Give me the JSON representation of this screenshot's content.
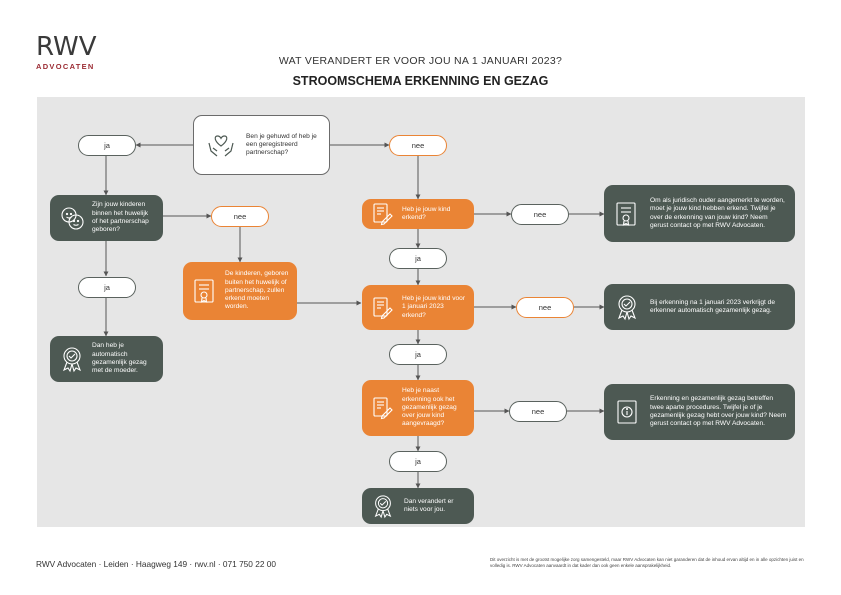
{
  "logo": {
    "mark": "RWV",
    "sub": "ADVOCATEN"
  },
  "header": {
    "top": "WAT VERANDERT ER VOOR JOU NA 1 JANUARI 2023?",
    "title": "STROOMSCHEMA ERKENNING EN GEZAG"
  },
  "nodes": {
    "start": "Ben je gehuwd of heb je een geregistreerd partnerschap?",
    "born_in_marriage": "Zijn jouw kinderen binnen het huwelijk of het partnerschap geboren?",
    "must_recognize": "De kinderen, geboren buiten het huwelijk of partnerschap, zullen erkend moeten worden.",
    "joint_custody_auto": "Dan heb je automatisch gezamenlijk gezag met de moeder.",
    "recognized": "Heb je jouw kind erkend?",
    "before_2023": "Heb je jouw kind voor 1 januari 2023 erkend?",
    "joint_requested": "Heb je naast erkenning ook het gezamenlijk gezag over jouw kind aangevraagd?",
    "nothing_changes": "Dan verandert er niets voor jou.",
    "advice_recognize": "Om als juridisch ouder aangemerkt te worden, moet je jouw kind hebben erkend. Twijfel je over de erkenning van jouw kind? Neem gerust contact op met RWV Advocaten.",
    "auto_after_2023": "Bij erkenning na 1 januari 2023 verkrijgt de erkenner automatisch gezamenlijk gezag.",
    "separate_procedures": "Erkenning en gezamenlijk gezag betreffen twee aparte procedures. Twijfel je of je gezamenlijk gezag hebt over jouw kind? Neem gerust contact op met RWV Advocaten."
  },
  "labels": {
    "yes": "ja",
    "no": "nee"
  },
  "icons": {
    "start": "heart-hands-icon",
    "born_in_marriage": "faces-icon",
    "must_recognize": "certificate-icon",
    "joint_custody_auto": "seal-badge-icon",
    "recognized": "document-sign-icon",
    "before_2023": "document-sign-icon",
    "joint_requested": "document-sign-icon",
    "nothing_changes": "seal-badge-icon",
    "advice_recognize": "certificate-icon",
    "auto_after_2023": "seal-badge-icon",
    "separate_procedures": "info-document-icon"
  },
  "colors": {
    "dark": "#4d5953",
    "orange": "#ea8435",
    "panel": "#e6e6e6",
    "brand": "#9b2b33"
  },
  "footer": {
    "contact": "RWV Advocaten · Leiden · Haagweg 149 · rwv.nl · 071 750 22 00",
    "disclaimer": "Dit overzicht is met de grootst mogelijke zorg samengesteld, maar RWV Advocaten kan niet garanderen dat de inhoud ervan altijd en in alle opzichten juist en volledig is. RWV Advocaten aanvaardt in dat kader dan ook geen enkele aansprakelijkheid."
  }
}
